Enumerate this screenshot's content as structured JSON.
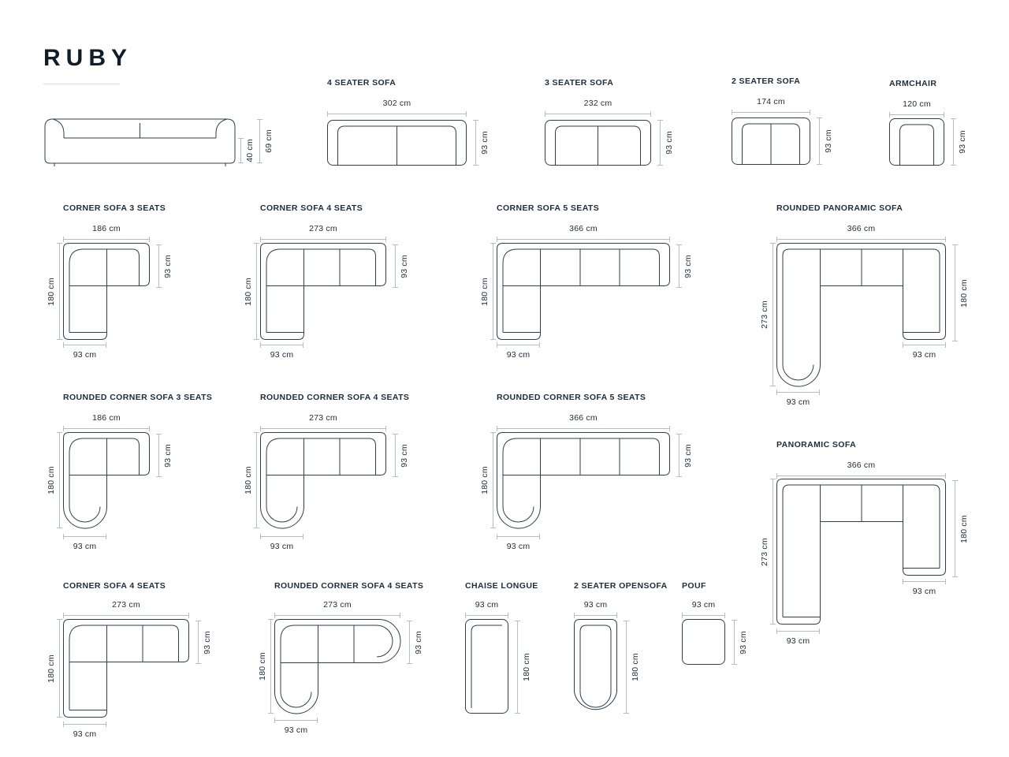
{
  "page": {
    "brand": "RUBY"
  },
  "diagrams": {
    "front": {
      "dim_height": "69 cm",
      "dim_seat_height": "40 cm"
    },
    "sofa4": {
      "title": "4 SEATER SOFA",
      "width": "302 cm",
      "depth": "93 cm"
    },
    "sofa3": {
      "title": "3 SEATER SOFA",
      "width": "232 cm",
      "depth": "93 cm"
    },
    "sofa2": {
      "title": "2 SEATER SOFA",
      "width": "174 cm",
      "depth": "93 cm"
    },
    "armchair": {
      "title": "ARMCHAIR",
      "width": "120 cm",
      "depth": "93 cm"
    },
    "corner3": {
      "title": "CORNER SOFA 3 SEATS",
      "width": "186 cm",
      "depth_total": "180 cm",
      "depth_seat": "93 cm",
      "leg_width": "93 cm"
    },
    "corner4": {
      "title": "CORNER SOFA 4 SEATS",
      "width": "273 cm",
      "depth_total": "180 cm",
      "depth_seat": "93 cm",
      "leg_width": "93 cm"
    },
    "corner5": {
      "title": "CORNER SOFA 5 SEATS",
      "width": "366 cm",
      "depth_total": "180 cm",
      "depth_seat": "93 cm",
      "leg_width": "93 cm"
    },
    "rounded_panoramic": {
      "title": "ROUNDED PANORAMIC SOFA",
      "width": "366 cm",
      "depth_left": "273 cm",
      "depth_right": "180 cm",
      "right_leg_width": "93 cm",
      "left_leg_width": "93 cm"
    },
    "rcorner3": {
      "title": "ROUNDED CORNER SOFA 3 SEATS",
      "width": "186 cm",
      "depth_total": "180 cm",
      "depth_seat": "93 cm",
      "leg_width": "93 cm"
    },
    "rcorner4": {
      "title": "ROUNDED CORNER SOFA 4 SEATS",
      "width": "273 cm",
      "depth_total": "180 cm",
      "depth_seat": "93 cm",
      "leg_width": "93 cm"
    },
    "rcorner5": {
      "title": "ROUNDED CORNER SOFA 5 SEATS",
      "width": "366 cm",
      "depth_total": "180 cm",
      "depth_seat": "93 cm",
      "leg_width": "93 cm"
    },
    "panoramic": {
      "title": "PANORAMIC SOFA",
      "width": "366 cm",
      "depth_left": "273 cm",
      "depth_right": "180 cm",
      "right_leg_width": "93 cm",
      "left_leg_width": "93 cm"
    },
    "corner4_right": {
      "title": "CORNER SOFA 4 SEATS",
      "width": "273 cm",
      "depth_total": "180 cm",
      "depth_seat": "93 cm",
      "leg_width": "93 cm"
    },
    "rcorner4_right": {
      "title": "ROUNDED CORNER SOFA 4 SEATS",
      "width": "273 cm",
      "depth_total": "180 cm",
      "depth_seat": "93 cm",
      "leg_width": "93 cm"
    },
    "chaise": {
      "title": "CHAISE LONGUE",
      "width": "93 cm",
      "length": "180 cm"
    },
    "opensofa": {
      "title": "2 SEATER OPENSOFA",
      "width": "93 cm",
      "length": "180 cm"
    },
    "pouf": {
      "title": "POUF",
      "width": "93 cm",
      "depth": "93 cm"
    }
  }
}
